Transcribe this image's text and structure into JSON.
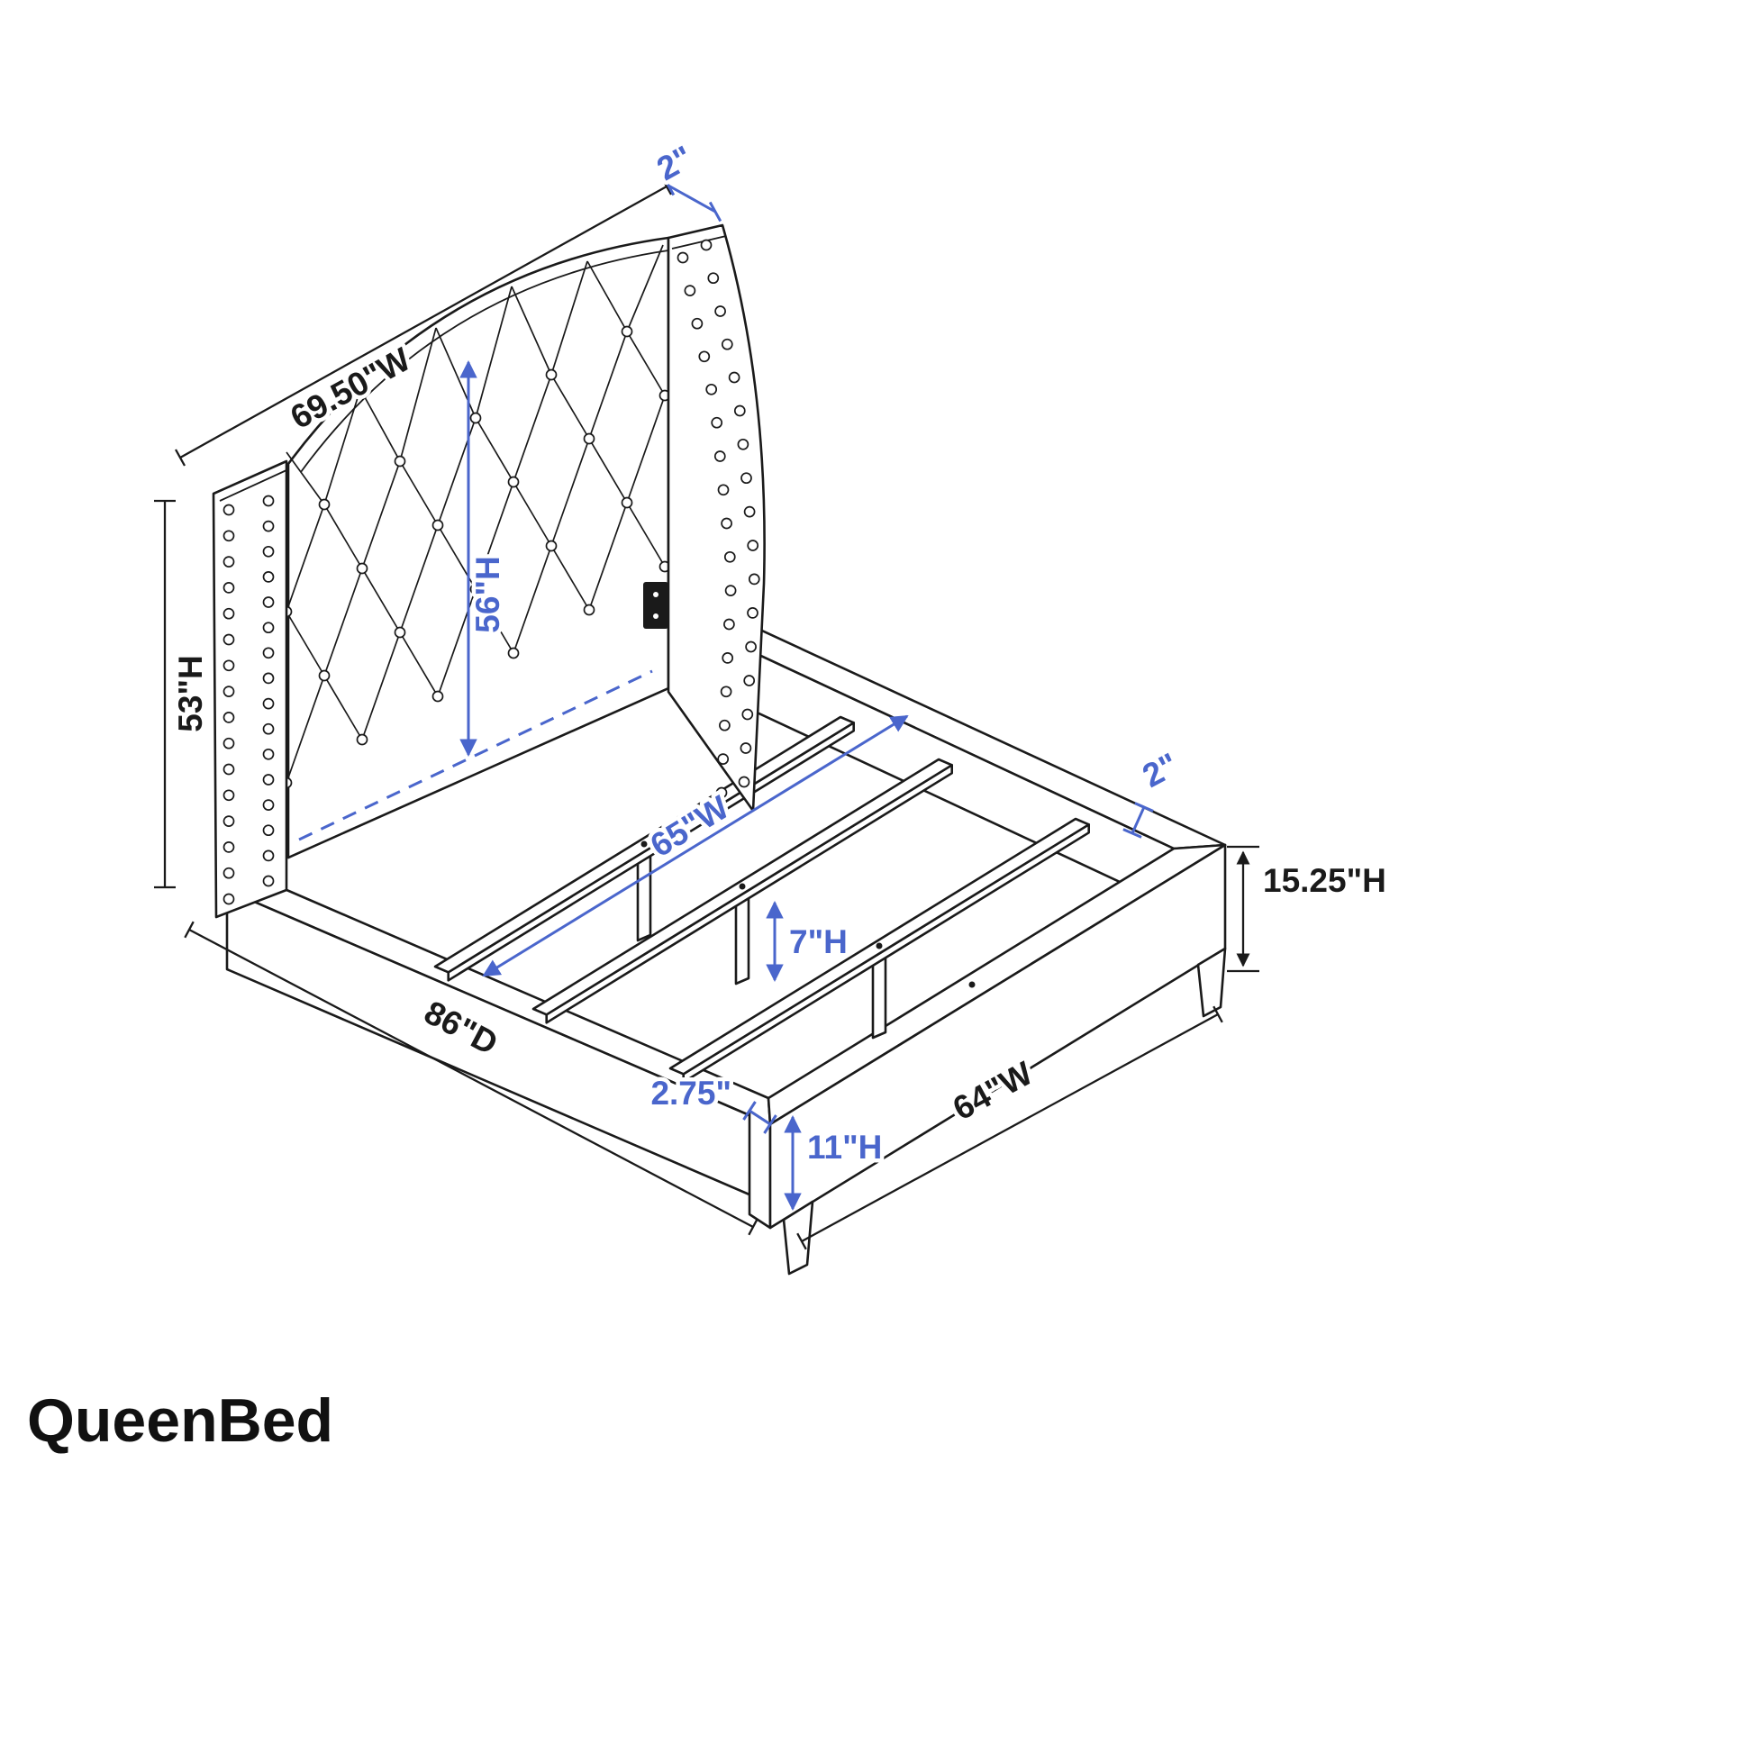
{
  "title": "QueenBed",
  "colors": {
    "line": "#1a1a1a",
    "dimension": "#4a66cc"
  },
  "labels": {
    "headboard_thickness": "2\"",
    "headboard_width": "69.50\"W",
    "side_height": "53\"H",
    "headboard_height": "56\"H",
    "inner_width": "65\"W",
    "support_height": "7\"H",
    "rail_thickness": "2\"",
    "rail_height": "15.25\"H",
    "depth": "86\"D",
    "footboard_thickness": "2.75\"",
    "footboard_height": "11\"H",
    "footboard_width": "64\"W"
  }
}
